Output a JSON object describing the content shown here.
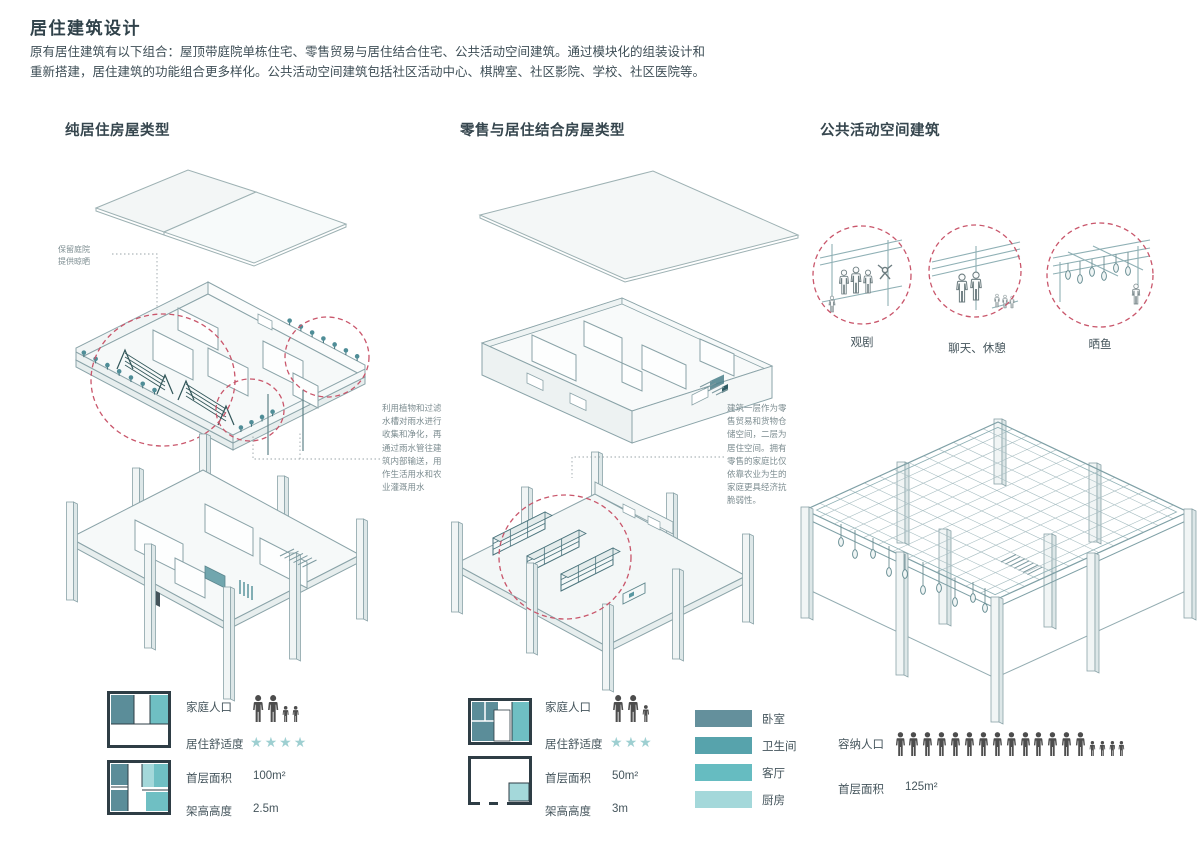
{
  "page": {
    "title": "居住建筑设计",
    "intro_lines": [
      "原有居住建筑有以下组合：屋顶带庭院单栋住宅、零售贸易与居住结合住宅、公共活动空间建筑。通过模块化的组装设计和",
      "重新搭建，居住建筑的功能组合更多样化。公共活动空间建筑包括社区活动中心、棋牌室、社区影院、学校、社区医院等。"
    ]
  },
  "columns": {
    "residential": {
      "heading": "纯居住房屋类型",
      "annotation_courtyard": "保留庭院\n提供晾晒",
      "annotation_rainwater": "利用植物和过滤水槽对雨水进行收集和净化，再通过雨水管往建筑内部输送，用作生活用水和农业灌溉用水",
      "legend": {
        "family_label": "家庭人口",
        "family_adults": 2,
        "family_children": 2,
        "comfort_label": "居住舒适度",
        "comfort_stars": 4,
        "area_label": "首层面积",
        "area_value": "100m²",
        "height_label": "架高高度",
        "height_value": "2.5m"
      }
    },
    "retail": {
      "heading": "零售与居住结合房屋类型",
      "annotation_retail": "建筑一层作为零售贸易和货物仓储空间，二层为居住空间。拥有零售的家庭比仅依靠农业为生的家庭更具经济抗脆弱性。",
      "legend": {
        "family_label": "家庭人口",
        "family_adults": 2,
        "family_children": 1,
        "comfort_label": "居住舒适度",
        "comfort_stars": 3,
        "area_label": "首层面积",
        "area_value": "50m²",
        "height_label": "架高高度",
        "height_value": "3m"
      },
      "room_legend": [
        {
          "label": "卧室",
          "color": "#64909c"
        },
        {
          "label": "卫生间",
          "color": "#57a3ac"
        },
        {
          "label": "客厅",
          "color": "#66bcc1"
        },
        {
          "label": "厨房",
          "color": "#a4d8da"
        }
      ]
    },
    "public": {
      "heading": "公共活动空间建筑",
      "scenes": [
        {
          "label": "观剧"
        },
        {
          "label": "聊天、休憩"
        },
        {
          "label": "晒鱼"
        }
      ],
      "legend": {
        "capacity_label": "容纳人口",
        "capacity_adults": 14,
        "capacity_children": 4,
        "area_label": "首层面积",
        "area_value": "125m²"
      }
    }
  },
  "colors": {
    "accent_red": "#c9566b",
    "plant_teal": "#4f8d97",
    "person": "#4d4d4d",
    "star": "#9ecfd1",
    "line": "#8aa3a8"
  }
}
